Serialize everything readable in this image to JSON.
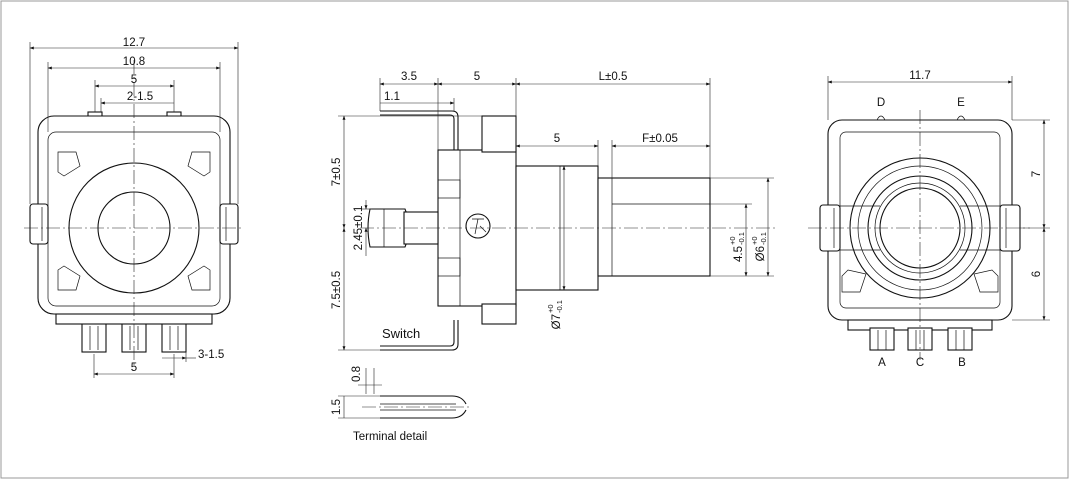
{
  "front_view": {
    "dims": {
      "overall_width": "12.7",
      "body_width": "10.8",
      "pin_span_top": "5",
      "pin_pitch_top": "2-1.5",
      "pin_span_bottom": "5",
      "pin_pitch_bottom": "3-1.5"
    }
  },
  "side_view": {
    "dims": {
      "terminal_offset": "3.5",
      "bushing_length": "5",
      "shaft_length": "L±0.5",
      "terminal_gap": "1.1",
      "shaft_step": "5",
      "flat_length": "F±0.05",
      "upper_height": "7±0.5",
      "center_offset": "2.45±0.1",
      "lower_height": "7.5±0.5",
      "flat_dia": "4.5",
      "flat_dia_tol_upper": "+0",
      "flat_dia_tol_lower": "-0.1",
      "shaft_dia": "Ø6",
      "shaft_dia_tol_upper": "+0",
      "shaft_dia_tol_lower": "-0.1",
      "bushing_dia": "Ø7",
      "bushing_dia_tol_upper": "+0",
      "bushing_dia_tol_lower": "-0.1"
    },
    "switch_label": "Switch"
  },
  "terminal_detail": {
    "label": "Terminal detail",
    "thickness": "0.8",
    "width": "1.5"
  },
  "rear_view": {
    "dims": {
      "width": "11.7",
      "upper_height": "7",
      "lower_height": "6"
    },
    "pins": {
      "d": "D",
      "e": "E",
      "a": "A",
      "c": "C",
      "b": "B"
    }
  }
}
